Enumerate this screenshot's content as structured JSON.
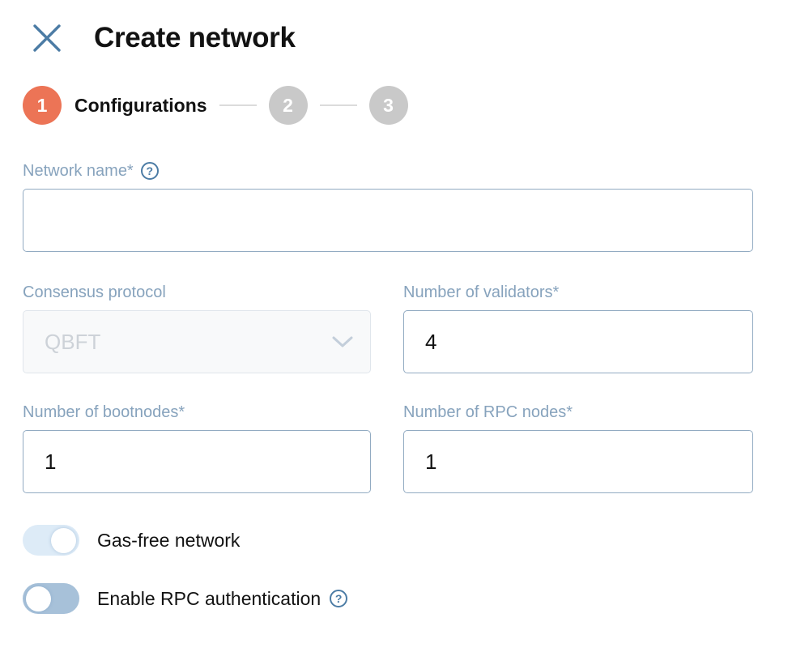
{
  "header": {
    "title": "Create network"
  },
  "stepper": {
    "steps": [
      {
        "number": "1",
        "label": "Configurations",
        "state": "active"
      },
      {
        "number": "2",
        "label": "",
        "state": "inactive"
      },
      {
        "number": "3",
        "label": "",
        "state": "inactive"
      }
    ]
  },
  "form": {
    "network_name": {
      "label": "Network name*",
      "value": "",
      "has_help": true
    },
    "consensus_protocol": {
      "label": "Consensus protocol",
      "value": "QBFT",
      "disabled": true
    },
    "validators": {
      "label": "Number of validators*",
      "value": "4"
    },
    "bootnodes": {
      "label": "Number of bootnodes*",
      "value": "1"
    },
    "rpc_nodes": {
      "label": "Number of RPC nodes*",
      "value": "1"
    }
  },
  "toggles": {
    "gas_free": {
      "label": "Gas-free network",
      "state": "on"
    },
    "rpc_auth": {
      "label": "Enable RPC authentication",
      "state": "off",
      "has_help": true
    }
  },
  "colors": {
    "accent_orange": "#EC7456",
    "steel_blue": "#4C7CA5",
    "label_blue": "#87A3BD",
    "input_border": "#92ABC2",
    "inactive_gray": "#C9C9C9",
    "toggle_on_track": "#DDEBF7",
    "toggle_off_track": "#A7C1D9"
  }
}
